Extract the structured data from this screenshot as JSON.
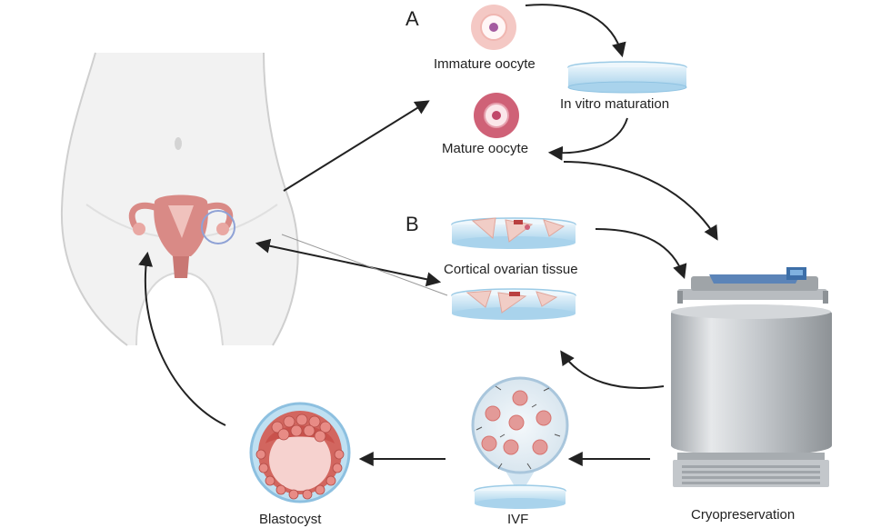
{
  "section_labels": {
    "a": "A",
    "b": "B"
  },
  "labels": {
    "immature_oocyte": "Immature oocyte",
    "in_vitro_maturation": "In vitro maturation",
    "mature_oocyte": "Mature oocyte",
    "cortical_ovarian_tissue": "Cortical ovarian tissue",
    "cryopreservation": "Cryopreservation",
    "ivf": "IVF",
    "blastocyst": "Blastocyst"
  },
  "colors": {
    "body_outline": "#cfcfcf",
    "uterus": "#d98a86",
    "oocyte_immature": "#f4c8c4",
    "oocyte_mature": "#cf6177",
    "dish_liquid": "#bfe0f2",
    "tank_metal": "#c9cdd1",
    "tank_lid": "#5b84b8",
    "arrow": "#222222"
  }
}
